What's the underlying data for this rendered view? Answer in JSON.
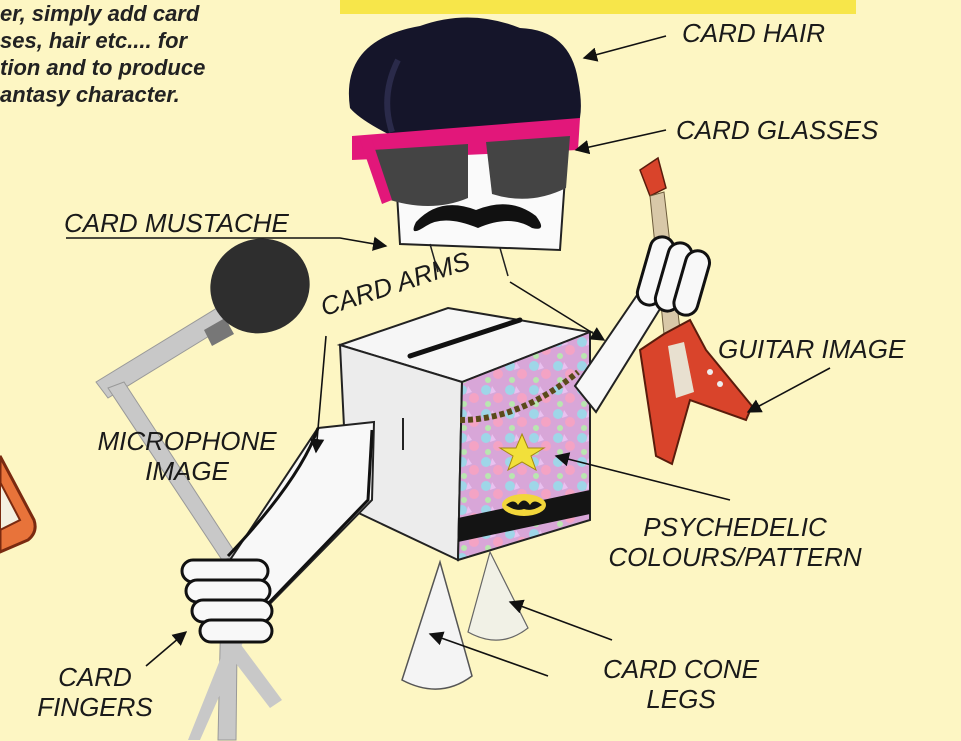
{
  "intro_lines": [
    "er, simply add card",
    "ses, hair etc.... for",
    "tion and to produce",
    "antasy character."
  ],
  "labels": {
    "hair": "CARD HAIR",
    "glasses": "CARD GLASSES",
    "mustache": "CARD MUSTACHE",
    "arms": "CARD ARMS",
    "guitar": "GUITAR IMAGE",
    "microphone_line1": "MICROPHONE",
    "microphone_line2": "IMAGE",
    "pattern_line1": "PSYCHEDELIC",
    "pattern_line2": "COLOURS/PATTERN",
    "fingers_line1": "CARD",
    "fingers_line2": "FINGERS",
    "legs_line1": "CARD CONE",
    "legs_line2": "LEGS"
  },
  "colors": {
    "background": "#fdf6c3",
    "banner": "#f7e64a",
    "glasses": "#e2177a",
    "hair": "#15152a",
    "guitar_body": "#d9442b",
    "pattern": "#d8a6d8"
  }
}
